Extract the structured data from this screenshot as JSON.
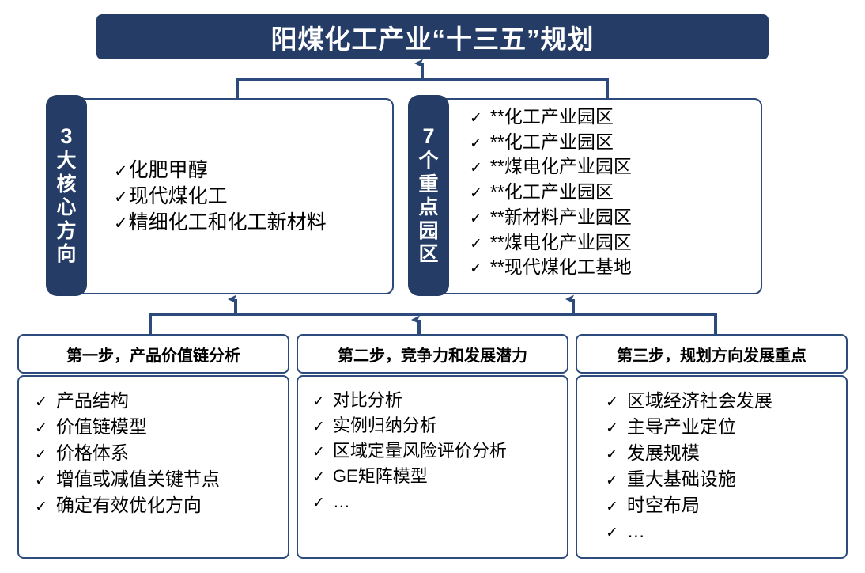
{
  "title": {
    "text": "阳煤化工产业“十三五”规划"
  },
  "colors": {
    "navy_fill": "#253C66",
    "border": "#2C4A7C",
    "text": "#000000",
    "title_text": "#FFFFFF",
    "background": "#FFFFFF"
  },
  "icons": {
    "check": "✓"
  },
  "panels": [
    {
      "id": "core-directions",
      "tag_number": "3",
      "tag_chars": [
        "大",
        "核",
        "心",
        "方",
        "向"
      ],
      "tag_full": "3大核心方向",
      "items": [
        "化肥甲醇",
        "现代煤化工",
        "精细化工和化工新材料"
      ]
    },
    {
      "id": "key-parks",
      "tag_number": "7",
      "tag_chars": [
        "个",
        "重",
        "点",
        "园",
        "区"
      ],
      "tag_full": "7个重点园区",
      "items": [
        "**化工产业园区",
        "**化工产业园区",
        "**煤电化产业园区",
        "**化工产业园区",
        "**新材料产业园区",
        "**煤电化产业园区",
        "**现代煤化工基地"
      ]
    }
  ],
  "steps": [
    {
      "id": "step-one",
      "header": "第一步，产品价值链分析",
      "items": [
        "产品结构",
        "价值链模型",
        "价格体系",
        "增值或减值关键节点",
        "确定有效优化方向"
      ]
    },
    {
      "id": "step-two",
      "header": "第二步，竞争力和发展潜力",
      "items": [
        "对比分析",
        "实例归纳分析",
        "区域定量风险评价分析",
        "GE矩阵模型",
        "…"
      ]
    },
    {
      "id": "step-three",
      "header": "第三步，规划方向发展重点",
      "items": [
        "区域经济社会发展",
        "主导产业定位",
        "发展规模",
        "重大基础设施",
        "时空布局",
        "…"
      ]
    }
  ]
}
